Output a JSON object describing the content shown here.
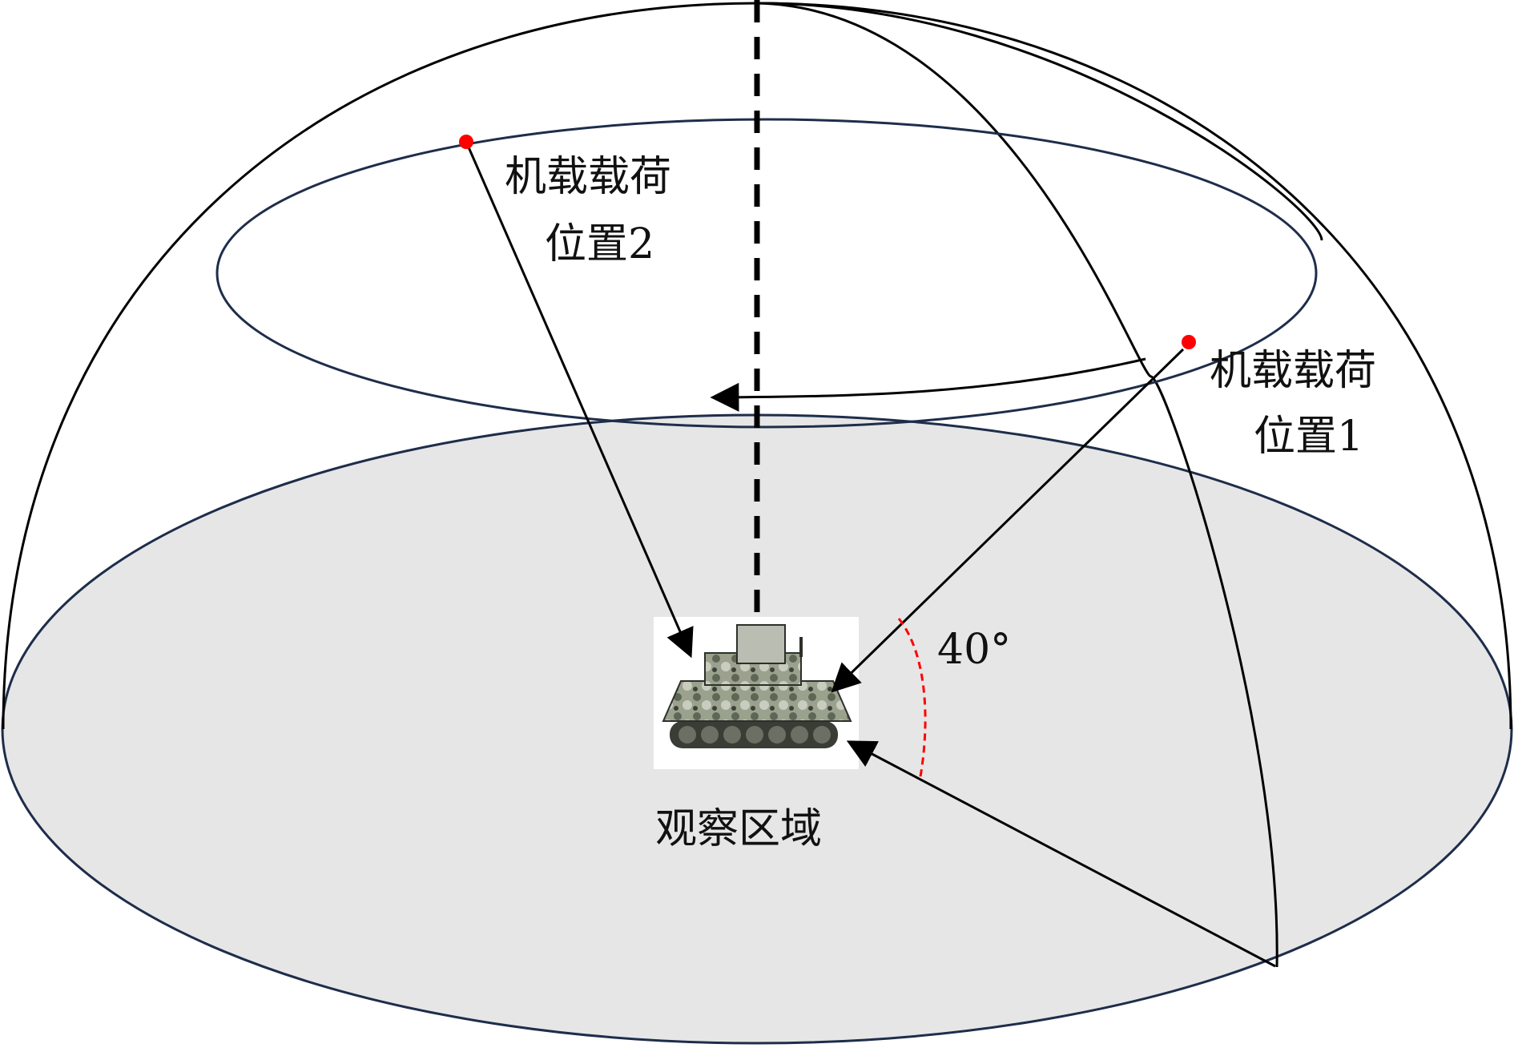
{
  "labels": {
    "position_2_line1": "机载载荷",
    "position_2_line2": "位置2",
    "position_1_line1": "机载载荷",
    "position_1_line2": "位置1",
    "angle": "40°",
    "observation_area": "观察区域"
  },
  "colors": {
    "ground_fill": "#e6e6e6",
    "ellipse_stroke": "#1e2d4a",
    "line": "#000000",
    "marker": "#ff0000",
    "angle_arc": "#ff0000"
  },
  "icons": {
    "vehicle": "tracked-vehicle-icon"
  }
}
